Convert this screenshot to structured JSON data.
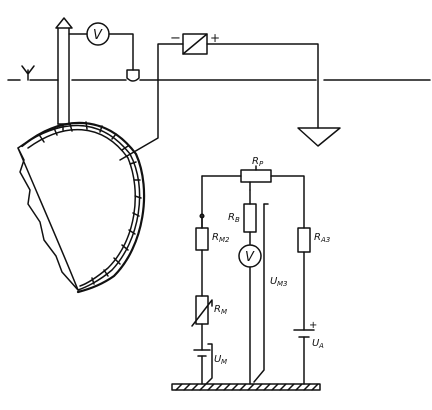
{
  "labels": {
    "voltmeter_top": "V",
    "voltmeter_mid": "V",
    "rp": "R",
    "rp_sub": "P",
    "rb": "R",
    "rb_sub": "B",
    "rm2": "R",
    "rm2_sub": "M2",
    "ra3": "R",
    "ra3_sub": "A3",
    "rm": "R",
    "rm_sub": "M",
    "um": "U",
    "um_sub": "M",
    "ua": "U",
    "ua_sub": "A",
    "um3": "U",
    "um3_sub": "M3",
    "minus": "−",
    "plus": "+",
    "battery_plus": "+"
  }
}
